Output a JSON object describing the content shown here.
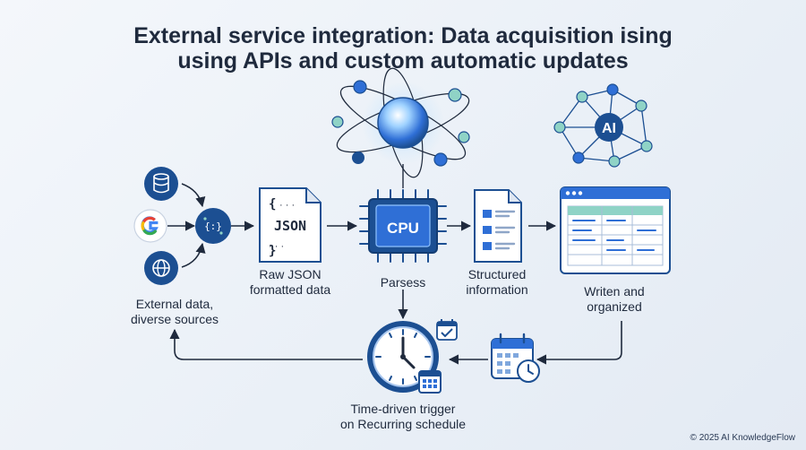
{
  "title": {
    "line1": "External service integration: Data acquisition ising",
    "line2": "using APIs and custom automatic updates"
  },
  "nodes": {
    "sources": {
      "line1": "External data,",
      "line2": "diverse sources"
    },
    "json": {
      "icon_text": "JSON",
      "brace_open": "{",
      "brace_close": "}",
      "line1": "Raw JSON",
      "line2": "formatted data"
    },
    "cpu": {
      "icon_text": "CPU",
      "line1": "Parsess"
    },
    "structured": {
      "line1": "Structured",
      "line2": "information"
    },
    "sheet": {
      "line1": "Writen and",
      "line2": "organized"
    },
    "trigger": {
      "line1": "Time-driven trigger",
      "line2": "on Recurring schedule"
    },
    "ai": {
      "icon_text": "AI"
    }
  },
  "icons": [
    "database-icon",
    "google-icon",
    "globe-icon",
    "api-hub-icon",
    "json-file-icon",
    "cpu-chip-icon",
    "atom-orb-icon",
    "ai-network-icon",
    "document-list-icon",
    "spreadsheet-window-icon",
    "clock-icon",
    "calendar-check-icon",
    "calendar-clock-icon"
  ],
  "colors": {
    "primary": "#1c4f92",
    "accent": "#2f6fd6",
    "teal": "#8fd3c6",
    "google_blue": "#4285F4",
    "google_red": "#EA4335",
    "google_yellow": "#FBBC05",
    "google_green": "#34A853"
  },
  "footer": "© 2025 AI KnowledgeFlow"
}
